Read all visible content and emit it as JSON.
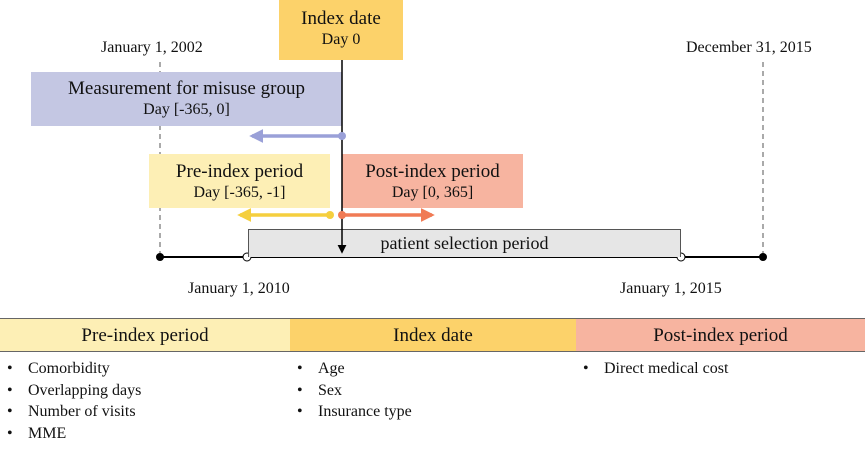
{
  "timeline": {
    "index_date": {
      "title": "Index date",
      "subtitle": "Day 0"
    },
    "start_date": "January 1, 2002",
    "end_date": "December 31, 2015",
    "misuse": {
      "title": "Measurement for misuse group",
      "subtitle": "Day [-365, 0]"
    },
    "pre_index": {
      "title": "Pre-index period",
      "subtitle": "Day [-365, -1]"
    },
    "post_index": {
      "title": "Post-index period",
      "subtitle": "Day [0, 365]"
    },
    "selection_label": "patient selection period",
    "selection_start": "January 1, 2010",
    "selection_end": "January 1, 2015"
  },
  "colors": {
    "index_yellow": "#fcd26a",
    "pre_yellow": "#fdefb5",
    "misuse_purple": "#c4c7e3",
    "post_salmon": "#f7b4a0",
    "selection_gray": "#e6e6e6",
    "arrow_purple": "#9aa0d8",
    "arrow_yellow": "#f5cf3e",
    "arrow_orange": "#f07b55"
  },
  "table": {
    "columns": [
      {
        "header": "Pre-index period",
        "items": [
          "Comorbidity",
          "Overlapping days",
          "Number of visits",
          "MME"
        ]
      },
      {
        "header": "Index date",
        "items": [
          "Age",
          "Sex",
          "Insurance type"
        ]
      },
      {
        "header": "Post-index period",
        "items": [
          "Direct medical cost"
        ]
      }
    ]
  }
}
